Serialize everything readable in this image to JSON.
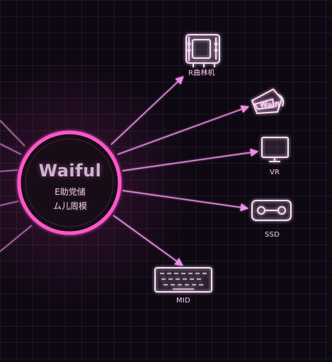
{
  "diagram": {
    "center": {
      "title": "Waiful",
      "subtitle_1": "E助党储",
      "subtitle_2": "ム儿周模"
    },
    "nodes": [
      {
        "label": "R曲林机",
        "icon": "device-icon"
      },
      {
        "label": "",
        "icon": "vr-headset-icon",
        "icon_text": "Waifl"
      },
      {
        "label": "VR",
        "icon": "monitor-icon"
      },
      {
        "label": "SSD",
        "icon": "ssd-icon"
      },
      {
        "label": "MID",
        "icon": "keyboard-icon"
      }
    ]
  }
}
